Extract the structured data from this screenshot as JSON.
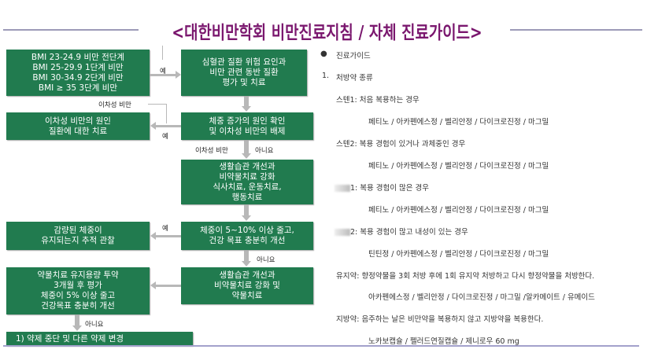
{
  "title": "<대한비만학회 비만진료지침 / 자체 진료가이드>",
  "flowchart": {
    "boxes": {
      "bmi": [
        "BMI 23-24.9 비만 전단계",
        "BMI 25-29.9 1단계 비만",
        "BMI 30-34.9 2단계 비만",
        "BMI ≥ 35 3단계 비만"
      ],
      "cardio": [
        "심혈관 질환 위험 요인과",
        "비만 관련 동반 질환",
        "평가 및 치료"
      ],
      "secondary_treat": [
        "이차성 비만의 원인",
        "질환에 대한 치료"
      ],
      "weight_cause": [
        "체중 증가의 원인 확인",
        "및 이차성 비만의 배제"
      ],
      "lifestyle1": [
        "생활습관 개선과",
        "비약물치료 강화",
        "식사치료, 운동치료,",
        "행동치료"
      ],
      "track": [
        "감량된 체중이",
        "유지되는지 추적 관찰"
      ],
      "goal": [
        "체중이 5~10% 이상 줄고,",
        "건강 목표 충분히 개선"
      ],
      "drug_maintain": [
        "약물치료 유지용량 투약",
        "3개월 후 평가",
        "체중이 5% 이상 줄고",
        "건강목표 충분히 개선"
      ],
      "lifestyle2": [
        "생활습관 개선과",
        "비약물치료 강화 및",
        "약물치료"
      ],
      "change": [
        "1) 약제 중단 및 다른 약제 변경"
      ]
    },
    "labels": {
      "yes1": "예",
      "secondary1": "이차성 비만",
      "yes2": "예",
      "secondary2": "이차성 비만",
      "no1": "아니요",
      "yes3": "예",
      "no2": "아니요",
      "no3": "아니요"
    }
  },
  "guide": {
    "heading": "진료가이드",
    "section_num": "1.",
    "section_title": "처방약 종류",
    "items": [
      {
        "label": "스텐1: 처음 복용하는 경우",
        "drugs": "페티노 / 아카펜에스정 / 벨리안정 / 다이크로진정 / 마그밀"
      },
      {
        "label": "스텐2: 복용 경험이 있거나 과체중인 경우",
        "drugs": "페티노 / 아카펜에스정 / 벨리안정 / 다이크로진정 / 마그밀"
      },
      {
        "label": "1: 복용 경험이 많은 경우",
        "drugs": "페티노 / 아카펜에스정 / 벨리안정 / 다이크로진정 / 마그밀"
      },
      {
        "label": "2: 복용 경험이 많고 내성이 있는 경우",
        "drugs": "틴틴정 / 아카펜에스정 / 벨리안정 / 다이크로진정 / 마그밀"
      },
      {
        "label": "유지약: 향정약물을 3회 처방 후에 1회 유지약 처방하고 다시 향정약물을 처방한다.",
        "drugs": "아카펜에스정 / 벨리안정 / 다이크로진정 / 마그밀 /알카메이트 / 유메이드"
      },
      {
        "label": "지방약: 음주하는 날은 비만약을 복용하지 않고 지방약을 복용한다.",
        "drugs": "노카보캡슐 / 펠러드연질캡슐 / 제니로우 60 mg"
      }
    ]
  },
  "colors": {
    "title": "#7a176e",
    "box": "#217b4f",
    "rule": "#9c9ab8",
    "arrow": "#b8b8b8"
  }
}
